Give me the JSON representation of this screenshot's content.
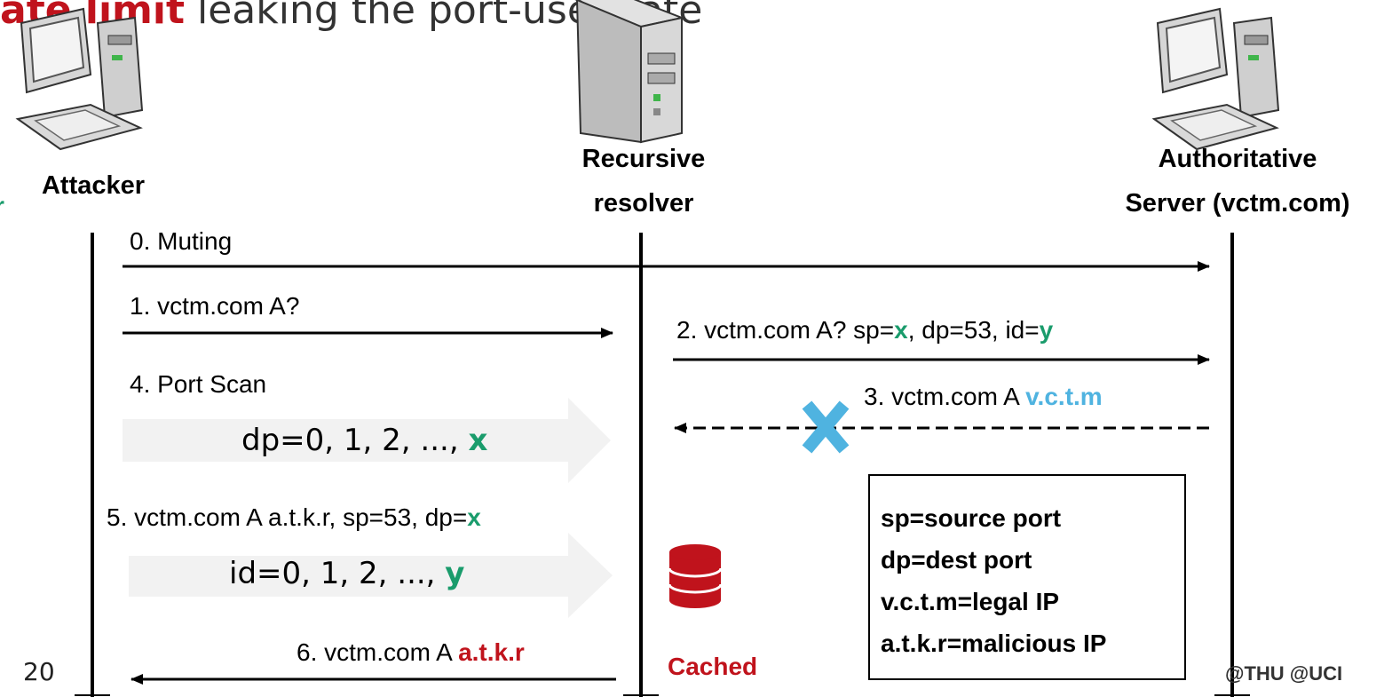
{
  "title": {
    "highlight": "ate limit",
    "rest": " leaking the port-use state"
  },
  "edge_fragment": "r",
  "actors": {
    "attacker": {
      "label": "Attacker"
    },
    "resolver": {
      "label_line1": "Recursive",
      "label_line2": "resolver"
    },
    "authoritative": {
      "label_line1": "Authoritative",
      "label_line2": "Server (vctm.com)"
    }
  },
  "messages": {
    "m0": "0. Muting",
    "m1": "1. vctm.com A?",
    "m2": {
      "prefix": "2. vctm.com A? sp=",
      "x": "x",
      "mid": ", dp=53, id=",
      "y": "y"
    },
    "m3": {
      "prefix": "3. vctm.com A ",
      "ip": "v.c.t.m"
    },
    "m4": "4. Port Scan",
    "m4_band": {
      "prefix": "dp=0, 1, 2, ..., ",
      "x": "x"
    },
    "m5": {
      "prefix": "5. vctm.com A a.t.k.r, sp=53, dp=",
      "x": "x"
    },
    "m5_band": {
      "prefix": "id=0, 1, 2, ..., ",
      "y": "y"
    },
    "m6": {
      "prefix": "6. vctm.com A ",
      "ip": "a.t.k.r"
    }
  },
  "cache": {
    "label": "Cached",
    "icon": "database-icon"
  },
  "legend": [
    "sp=source port",
    "dp=dest port",
    "v.c.t.m=legal IP",
    "a.t.k.r=malicious IP"
  ],
  "slide_number": "20",
  "credits": "@THU @UCI",
  "colors": {
    "green": "#1a9c6c",
    "blue": "#4fb3e0",
    "red": "#c0131c",
    "band": "#f2f2f2"
  }
}
